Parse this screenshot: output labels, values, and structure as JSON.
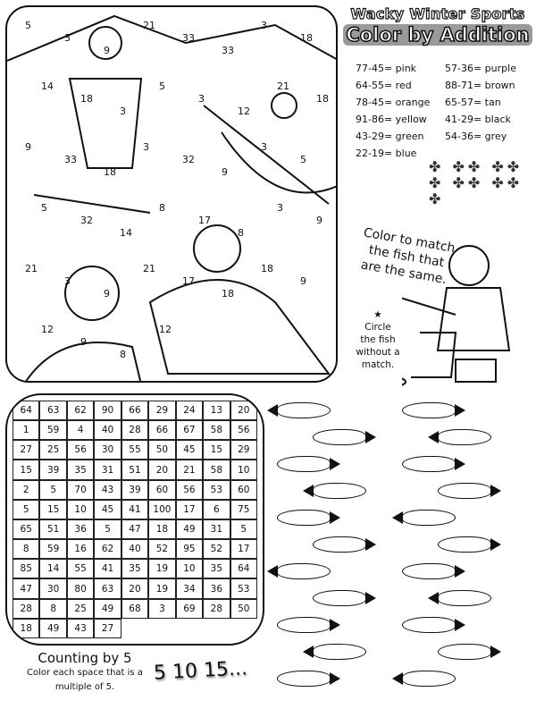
{
  "header": {
    "line1": "Wacky Winter Sports",
    "line2": "Color by Addition"
  },
  "legend": [
    {
      "equation": "77-45=",
      "color": "pink"
    },
    {
      "equation": "57-36=",
      "color": "purple"
    },
    {
      "equation": "64-55=",
      "color": "red"
    },
    {
      "equation": "88-71=",
      "color": "brown"
    },
    {
      "equation": "78-45=",
      "color": "orange"
    },
    {
      "equation": "65-57=",
      "color": "tan"
    },
    {
      "equation": "91-86=",
      "color": "yellow"
    },
    {
      "equation": "41-29=",
      "color": "black"
    },
    {
      "equation": "43-29=",
      "color": "green"
    },
    {
      "equation": "54-36=",
      "color": "grey"
    },
    {
      "equation": "22-19=",
      "color": "blue"
    },
    {
      "equation": "",
      "color": ""
    }
  ],
  "scene_numbers": [
    "5",
    "3",
    "9",
    "21",
    "33",
    "33",
    "3",
    "18",
    "14",
    "18",
    "3",
    "5",
    "3",
    "12",
    "21",
    "18",
    "9",
    "33",
    "18",
    "3",
    "32",
    "9",
    "3",
    "5",
    "5",
    "32",
    "14",
    "8",
    "17",
    "8",
    "3",
    "9",
    "21",
    "3",
    "9",
    "21",
    "17",
    "18",
    "18",
    "9",
    "12",
    "9",
    "8",
    "12"
  ],
  "fishing": {
    "instruction": "Color to match the fish that are the same.",
    "circle_note": "Circle the fish without a match.",
    "star": "★"
  },
  "mosaic_numbers": [
    "64",
    "63",
    "62",
    "90",
    "66",
    "29",
    "24",
    "13",
    "20",
    "1",
    "59",
    "4",
    "40",
    "28",
    "66",
    "67",
    "58",
    "56",
    "27",
    "25",
    "56",
    "30",
    "55",
    "50",
    "45",
    "15",
    "29",
    "15",
    "39",
    "35",
    "31",
    "51",
    "20",
    "21",
    "58",
    "10",
    "2",
    "5",
    "70",
    "43",
    "39",
    "60",
    "56",
    "53",
    "60",
    "5",
    "15",
    "10",
    "45",
    "41",
    "100",
    "17",
    "6",
    "75",
    "65",
    "51",
    "36",
    "5",
    "47",
    "18",
    "49",
    "31",
    "5",
    "8",
    "59",
    "16",
    "62",
    "40",
    "52",
    "95",
    "52",
    "17",
    "85",
    "14",
    "55",
    "41",
    "35",
    "19",
    "10",
    "35",
    "64",
    "47",
    "30",
    "80",
    "63",
    "20",
    "19",
    "34",
    "36",
    "53",
    "28",
    "8",
    "25",
    "49",
    "68",
    "3",
    "69",
    "28",
    "50",
    "18",
    "49",
    "43",
    "27"
  ],
  "counting": {
    "title": "Counting by 5",
    "instruction": "Color each space that is a multiple of 5.",
    "sequence": "5 10 15..."
  },
  "fish_count": 22
}
